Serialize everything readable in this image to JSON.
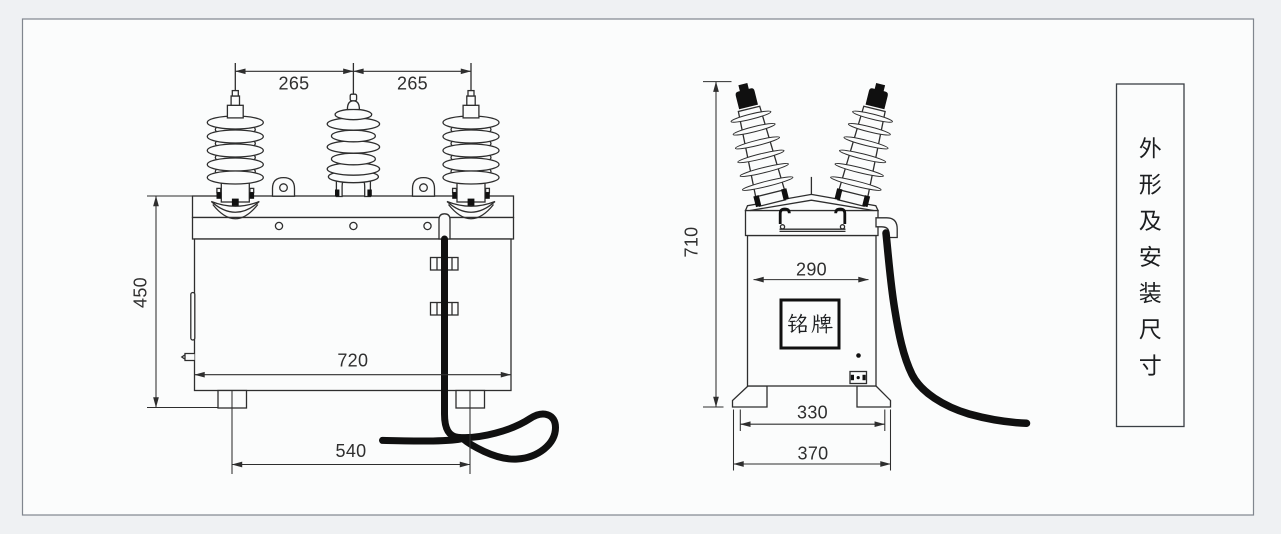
{
  "page": {
    "background": "#eff1f3",
    "paper": "#fbfcfc",
    "line_color": "#2e2e2e",
    "cable_color": "#101010",
    "frame_color": "#80868e",
    "text_color": "#2f2f2f"
  },
  "title_block": {
    "text": "外形及安装尺寸",
    "chars": [
      "外",
      "形",
      "及",
      "安",
      "装",
      "尺",
      "寸"
    ]
  },
  "front_view": {
    "dims": {
      "bushing_pitch_left": "265",
      "bushing_pitch_right": "265",
      "tank_height": "450",
      "tank_width": "720",
      "foot_span": "540"
    }
  },
  "side_view": {
    "dims": {
      "overall_height": "710",
      "body_width": "290",
      "base_bolt_span": "330",
      "base_width": "370"
    },
    "nameplate_label": "铭牌"
  }
}
